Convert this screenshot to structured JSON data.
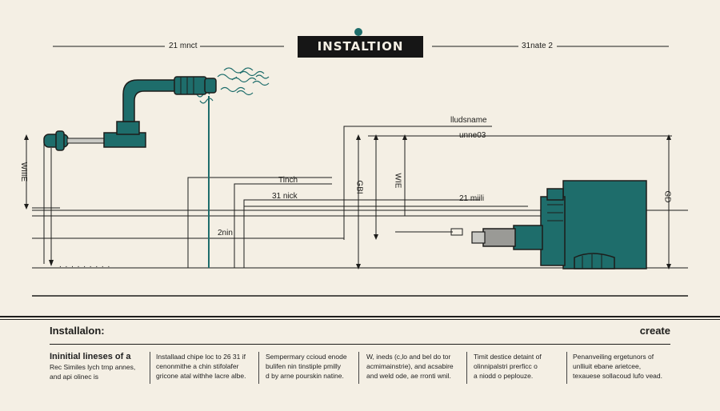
{
  "title": "INSTALTION",
  "dimensions": {
    "top_left": "21 mnct",
    "top_right": "31nate 2",
    "left_vertical": "WIIIE",
    "tinch": "Tinch",
    "nick": "31 nick",
    "znin": "2nin",
    "lludsname": "lludsname",
    "unne": "unne03",
    "center_vert_1": "GBI",
    "center_vert_2": "WIE",
    "mm": "21 miili",
    "right_vert": "GD",
    "dots": ". . . . . . . . ."
  },
  "footer": {
    "heading": "Installalon:",
    "right_label": "create",
    "columns": [
      {
        "lines": [
          "Ininitial lineses of a",
          "Rec Similes lych trnp annes,",
          "and api olinec is"
        ]
      },
      {
        "lines": [
          "Installaad chipe loc to 26 31 if",
          "cenonmithe a chin stifolafer",
          "gricone atal withhe lacre albe."
        ]
      },
      {
        "lines": [
          "Sempermary ccioud enode",
          "bulifen nin tinstiple pmilly",
          "d by arne pourskin natine."
        ]
      },
      {
        "lines": [
          "W, ineds (c,lo and bel do tor",
          "acmimainstrie), and acsabire",
          "and weld ode, ae rronti wnil."
        ]
      },
      {
        "lines": [
          "Timit destice detaint of",
          "olinnipalstri prerficc o",
          "a niodd o peplouze."
        ]
      },
      {
        "lines": [
          "Penanveiling ergetunors of",
          "unlliuit ebane arietcee,",
          "texauese sollacoud lufo vead."
        ]
      }
    ]
  },
  "colors": {
    "teal": "#1e6d6b",
    "ink": "#1d1d1b",
    "paper": "#f4efe4"
  }
}
